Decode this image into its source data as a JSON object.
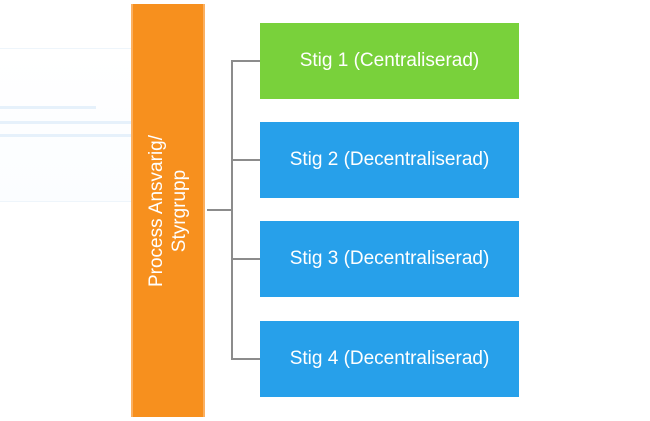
{
  "diagram": {
    "root": {
      "label": "Process Ansvarig/\nStyrgrupp",
      "color": "#f7901e"
    },
    "children": [
      {
        "label": "Stig 1 (Centraliserad)",
        "color": "#79d13b"
      },
      {
        "label": "Stig 2 (Decentraliserad)",
        "color": "#27a0ea"
      },
      {
        "label": "Stig 3 (Decentraliserad)",
        "color": "#27a0ea"
      },
      {
        "label": "Stig 4 (Decentraliserad)",
        "color": "#27a0ea"
      }
    ],
    "connector_color": "#8c8c8c"
  }
}
